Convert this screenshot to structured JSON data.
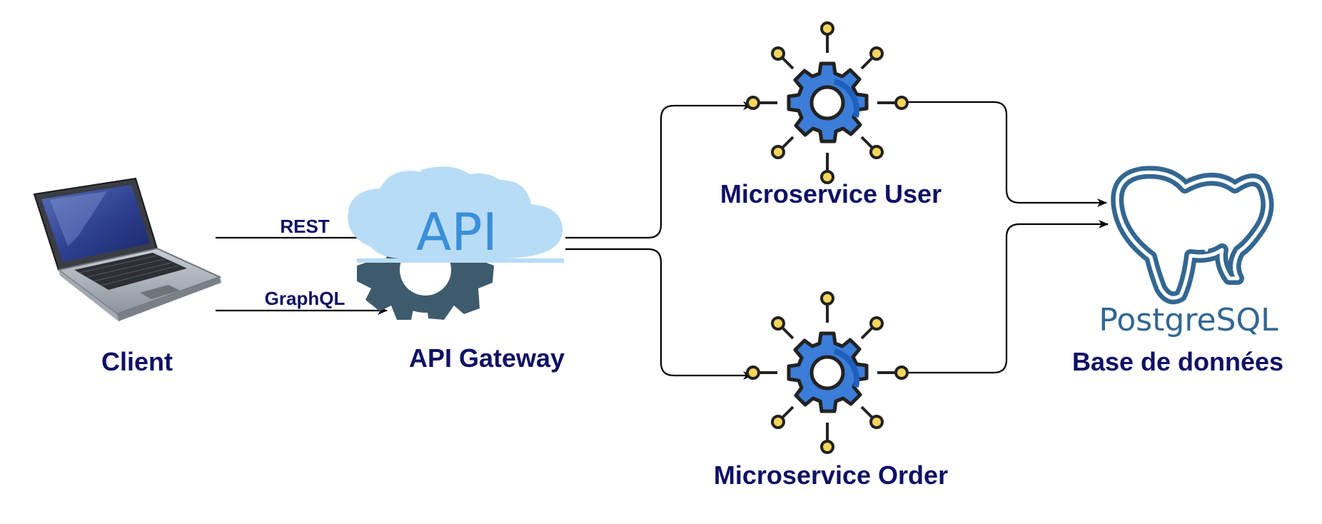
{
  "colors": {
    "text": "#101066",
    "edge": "#000000",
    "cloud": "#b8dcf5",
    "api_text": "#3a8fd9",
    "api_gear": "#3e5b6e",
    "gear_blue": "#3b7dd8",
    "gear_blue_dark": "#1e5fbf",
    "node_yellow": "#f6d55c",
    "postgres_blue": "#336791"
  },
  "nodes": {
    "client": {
      "label": "Client",
      "icon": "laptop-icon"
    },
    "gateway": {
      "label": "API Gateway",
      "icon": "api-cloud-gear-icon",
      "icon_text": "API"
    },
    "ms_user": {
      "label": "Microservice User",
      "icon": "gear-network-icon"
    },
    "ms_order": {
      "label": "Microservice Order",
      "icon": "gear-network-icon"
    },
    "database": {
      "label": "Base de données",
      "icon": "postgresql-elephant-icon",
      "logo_text": "PostgreSQL"
    }
  },
  "edges": {
    "rest": {
      "label": "REST",
      "from": "client",
      "to": "gateway"
    },
    "graphql": {
      "label": "GraphQL",
      "from": "client",
      "to": "gateway"
    },
    "gw_user": {
      "from": "gateway",
      "to": "ms_user"
    },
    "gw_order": {
      "from": "gateway",
      "to": "ms_order"
    },
    "user_db": {
      "from": "ms_user",
      "to": "database"
    },
    "order_db": {
      "from": "ms_order",
      "to": "database"
    }
  }
}
